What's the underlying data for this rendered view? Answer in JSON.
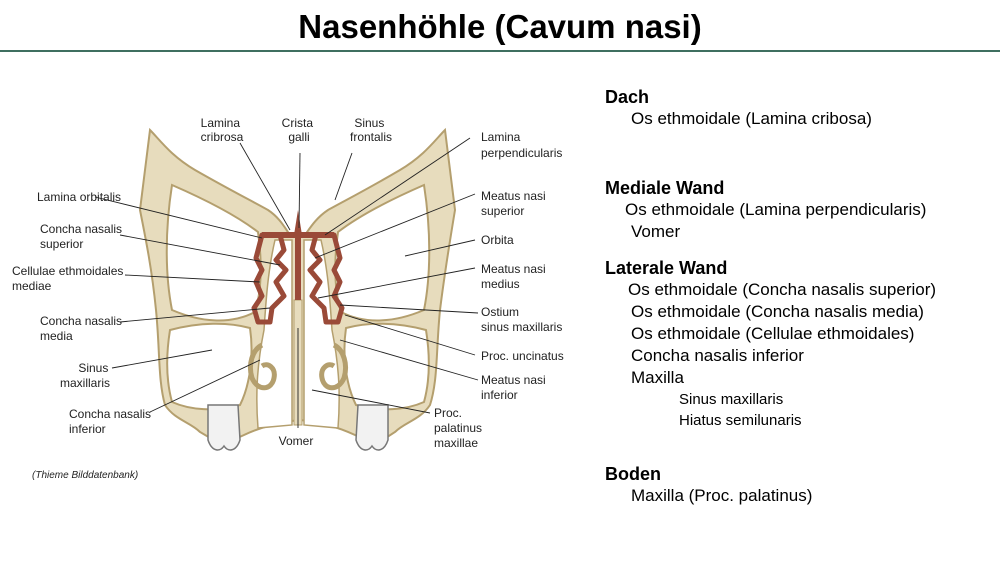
{
  "page": {
    "title": "Nasenhöhle (Cavum nasi)",
    "credit": "(Thieme Bilddatenbank)"
  },
  "diagram": {
    "labels": {
      "lamina_cribrosa": [
        "Lamina",
        "cribrosa"
      ],
      "crista_galli": [
        "Crista",
        "galli"
      ],
      "sinus_frontalis": [
        "Sinus",
        "frontalis"
      ],
      "lamina_perpendicularis": [
        "Lamina",
        "perpendicularis"
      ],
      "lamina_orbitalis": [
        "Lamina orbitalis"
      ],
      "concha_nasalis_superior": [
        "Concha nasalis",
        "superior"
      ],
      "cellulae_ethmoidales_mediae": [
        "Cellulae ethmoidales",
        "mediae"
      ],
      "concha_nasalis_media": [
        "Concha nasalis",
        "media"
      ],
      "sinus_maxillaris": [
        "Sinus",
        "maxillaris"
      ],
      "concha_nasalis_inferior": [
        "Concha nasalis",
        "inferior"
      ],
      "vomer": [
        "Vomer"
      ],
      "meatus_nasi_superior": [
        "Meatus nasi",
        "superior"
      ],
      "orbita": [
        "Orbita"
      ],
      "meatus_nasi_medius": [
        "Meatus nasi",
        "medius"
      ],
      "ostium_sinus_maxillaris": [
        "Ostium",
        "sinus maxillaris"
      ],
      "proc_uncinatus": [
        "Proc. uncinatus"
      ],
      "meatus_nasi_inferior": [
        "Meatus nasi",
        "inferior"
      ],
      "proc_palatinus_maxillae": [
        "Proc.",
        "palatinus",
        "maxillae"
      ]
    }
  },
  "sections": [
    {
      "heading": "Dach",
      "items": [
        {
          "text": "Os ethmoidale (Lamina cribosa)"
        }
      ]
    },
    {
      "heading": "Mediale Wand",
      "items": [
        {
          "text": "Os ethmoidale (Lamina perpendicularis)"
        },
        {
          "text": "Vomer"
        }
      ]
    },
    {
      "heading": "Laterale Wand",
      "items": [
        {
          "text": "Os ethmoidale (Concha nasalis superior)"
        },
        {
          "text": "Os ethmoidale (Concha nasalis media)"
        },
        {
          "text": "Os ethmoidale (Cellulae ethmoidales)"
        },
        {
          "text": "Concha nasalis inferior"
        },
        {
          "text": "Maxilla"
        },
        {
          "text": "Sinus maxillaris",
          "sub": true
        },
        {
          "text": "Hiatus semilunaris",
          "sub": true
        }
      ]
    },
    {
      "heading": "Boden",
      "items": [
        {
          "text": "Maxilla (Proc. palatinus)"
        }
      ]
    }
  ],
  "colors": {
    "accent_rule": "#3f6f60",
    "bone": "#e7dcbd",
    "bone_outline": "#b49f6e",
    "ethmoid": "#9a4a38"
  }
}
